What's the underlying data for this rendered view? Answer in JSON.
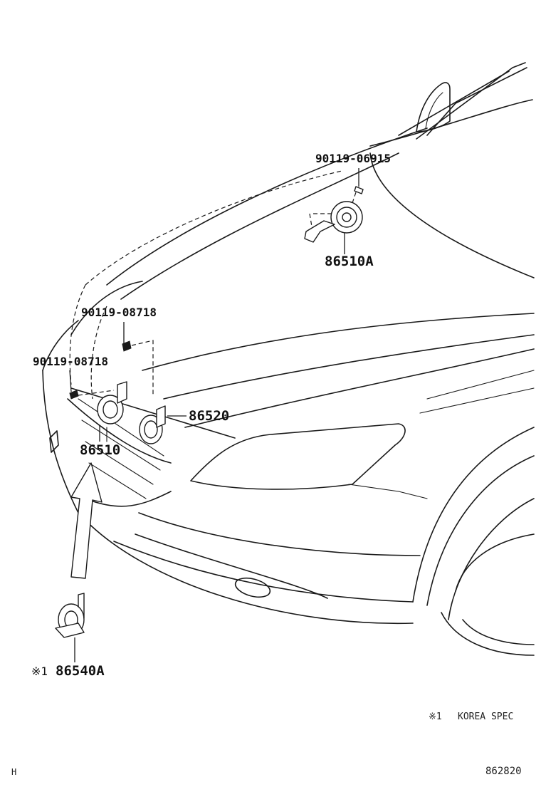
{
  "parts": {
    "bolt_top": "90119-06915",
    "horn_top": "86510A",
    "bolt_mid": "90119-08718",
    "bolt_left": "90119-08718",
    "horn_right": "86520",
    "horn_left": "86510",
    "horn_korea_mark": "※1",
    "horn_korea": "86540A"
  },
  "footnote": {
    "mark": "※1",
    "text": "KOREA SPEC"
  },
  "corner_left": "H",
  "diagram_number": "862820"
}
